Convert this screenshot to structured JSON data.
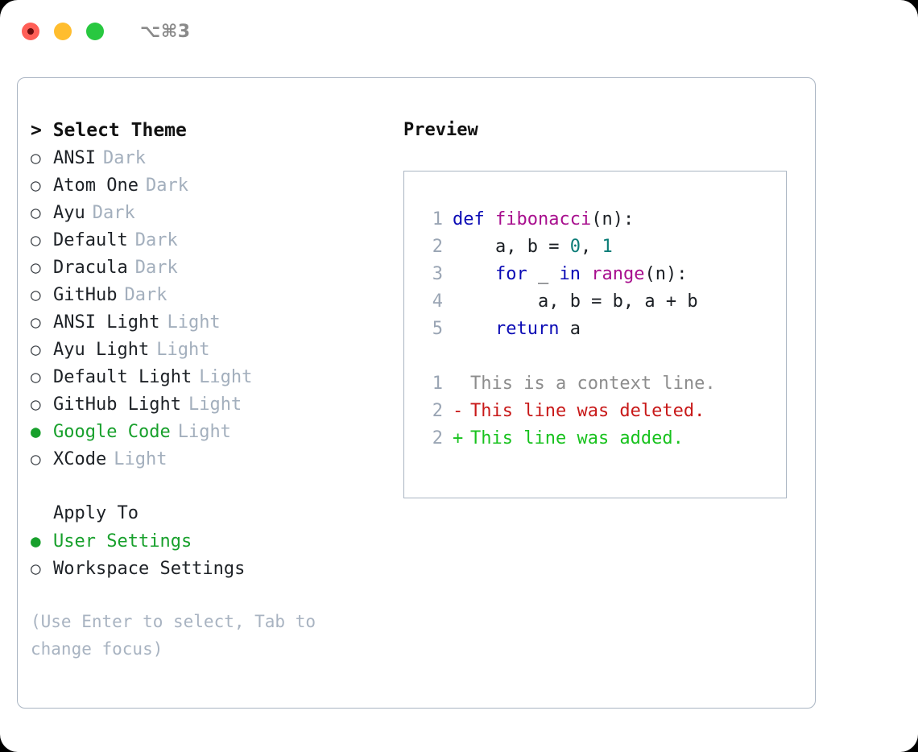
{
  "window": {
    "shortcut_label": "⌥⌘3",
    "traffic_lights": [
      {
        "name": "close",
        "color": "#ff5f57"
      },
      {
        "name": "minimize",
        "color": "#ffbd2e"
      },
      {
        "name": "maximize",
        "color": "#28c840"
      }
    ]
  },
  "theme_picker": {
    "title": "> Select Theme",
    "marker_selected": "●",
    "marker_unselected": "○",
    "options": [
      {
        "name": "ANSI",
        "tag": "Dark",
        "selected": false
      },
      {
        "name": "Atom One",
        "tag": "Dark",
        "selected": false
      },
      {
        "name": "Ayu",
        "tag": "Dark",
        "selected": false
      },
      {
        "name": "Default",
        "tag": "Dark",
        "selected": false
      },
      {
        "name": "Dracula",
        "tag": "Dark",
        "selected": false
      },
      {
        "name": "GitHub",
        "tag": "Dark",
        "selected": false
      },
      {
        "name": "ANSI Light",
        "tag": "Light",
        "selected": false
      },
      {
        "name": "Ayu Light",
        "tag": "Light",
        "selected": false
      },
      {
        "name": "Default Light",
        "tag": "Light",
        "selected": false
      },
      {
        "name": "GitHub Light",
        "tag": "Light",
        "selected": false
      },
      {
        "name": "Google Code",
        "tag": "Light",
        "selected": true
      },
      {
        "name": "XCode",
        "tag": "Light",
        "selected": false
      }
    ]
  },
  "apply_to": {
    "label": "Apply To",
    "options": [
      {
        "name": "User Settings",
        "selected": true
      },
      {
        "name": "Workspace Settings",
        "selected": false
      }
    ]
  },
  "hint": "(Use Enter to select, Tab to change focus)",
  "preview": {
    "title": "Preview",
    "code_lines": [
      {
        "no": "1",
        "tokens": [
          {
            "t": "def ",
            "c": "kw"
          },
          {
            "t": "fibonacci",
            "c": "fn"
          },
          {
            "t": "(n):",
            "c": "pn"
          }
        ]
      },
      {
        "no": "2",
        "tokens": [
          {
            "t": "    a, b = ",
            "c": "id"
          },
          {
            "t": "0",
            "c": "num"
          },
          {
            "t": ", ",
            "c": "pn"
          },
          {
            "t": "1",
            "c": "num"
          }
        ]
      },
      {
        "no": "3",
        "tokens": [
          {
            "t": "    for ",
            "c": "kw"
          },
          {
            "t": "_ ",
            "c": "id"
          },
          {
            "t": "in ",
            "c": "kw"
          },
          {
            "t": "range",
            "c": "fn"
          },
          {
            "t": "(n):",
            "c": "pn"
          }
        ]
      },
      {
        "no": "4",
        "tokens": [
          {
            "t": "        a, b = b, a + b",
            "c": "id"
          }
        ]
      },
      {
        "no": "5",
        "tokens": [
          {
            "t": "    return ",
            "c": "kw"
          },
          {
            "t": "a",
            "c": "id"
          }
        ]
      }
    ],
    "diff_lines": [
      {
        "no": "1",
        "sign": " ",
        "text": "This is a context line.",
        "kind": "ctx"
      },
      {
        "no": "2",
        "sign": "-",
        "text": "This line was deleted.",
        "kind": "del"
      },
      {
        "no": "2",
        "sign": "+",
        "text": "This line was added.",
        "kind": "add"
      }
    ]
  },
  "colors": {
    "accent_green": "#18a02c",
    "muted": "#a3afbd",
    "border": "#a9b4c2",
    "diff_delete": "#c81919",
    "diff_add": "#18c21e",
    "keyword": "#0b0bb5",
    "function": "#a80f8e",
    "number": "#0b7c77"
  }
}
